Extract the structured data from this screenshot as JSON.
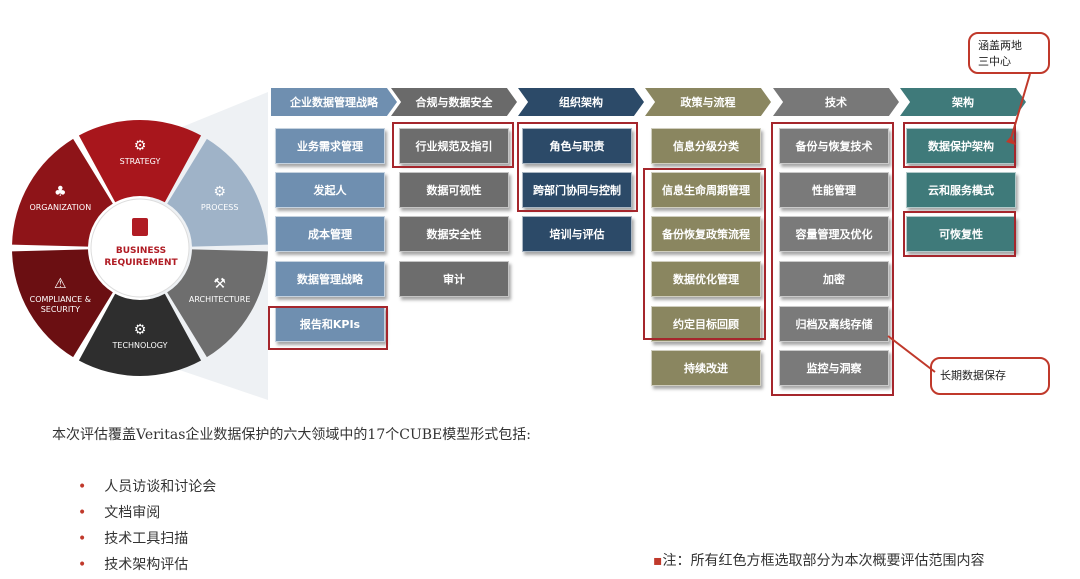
{
  "wheel": {
    "center": "BUSINESS\nREQUIREMENT",
    "segments": [
      {
        "label": "STRATEGY",
        "color": "#a8161c"
      },
      {
        "label": "PROCESS",
        "color": "#9fb3c8"
      },
      {
        "label": "ARCHITECTURE",
        "color": "#6e6e6e"
      },
      {
        "label": "TECHNOLOGY",
        "color": "#2e2e2e"
      },
      {
        "label": "COMPLIANCE &\nSECURITY",
        "color": "#6b0f12"
      },
      {
        "label": "ORGANIZATION",
        "color": "#8e1418"
      }
    ]
  },
  "columns": [
    {
      "title": "企业数据管理战略",
      "header_color": "#6f8fb0",
      "box_color": "#6f8fb0",
      "items": [
        "业务需求管理",
        "发起人",
        "成本管理",
        "数据管理战略",
        "报告和KPIs"
      ],
      "highlight": [
        4
      ]
    },
    {
      "title": "合规与数据安全",
      "header_color": "#6a6a6a",
      "box_color": "#6d6d6d",
      "items": [
        "行业规范及指引",
        "数据可视性",
        "数据安全性",
        "审计"
      ],
      "highlight": [
        0
      ]
    },
    {
      "title": "组织架构",
      "header_color": "#2c4a68",
      "box_color": "#2c4a68",
      "items": [
        "角色与职责",
        "跨部门协同与控制",
        "培训与评估"
      ],
      "highlight": [
        0,
        1
      ]
    },
    {
      "title": "政策与流程",
      "header_color": "#8a8660",
      "box_color": "#8a8660",
      "items": [
        "信息分级分类",
        "信息生命周期管理",
        "备份恢复政策流程",
        "数据优化管理",
        "约定目标回顾",
        "持续改进"
      ],
      "highlight": [
        1,
        2,
        3,
        4
      ]
    },
    {
      "title": "技术",
      "header_color": "#787878",
      "box_color": "#7a7a7a",
      "items": [
        "备份与恢复技术",
        "性能管理",
        "容量管理及优化",
        "加密",
        "归档及离线存储",
        "监控与洞察"
      ],
      "highlight": [
        0,
        1,
        2,
        3,
        4,
        5
      ]
    },
    {
      "title": "架构",
      "header_color": "#3f7a7a",
      "box_color": "#3f7a7a",
      "items": [
        "数据保护架构",
        "云和服务模式",
        "可恢复性"
      ],
      "highlight": [
        0,
        2
      ]
    }
  ],
  "callouts": {
    "top": "涵盖两地\n三中心",
    "bottom": "长期数据保存"
  },
  "text": {
    "paragraph": "本次评估覆盖Veritas企业数据保护的六大领域中的17个CUBE模型形式包括:",
    "bullets": [
      "人员访谈和讨论会",
      "文档审阅",
      "技术工具扫描",
      "技术架构评估"
    ],
    "note": "注：所有红色方框选取部分为本次概要评估范围内容"
  }
}
